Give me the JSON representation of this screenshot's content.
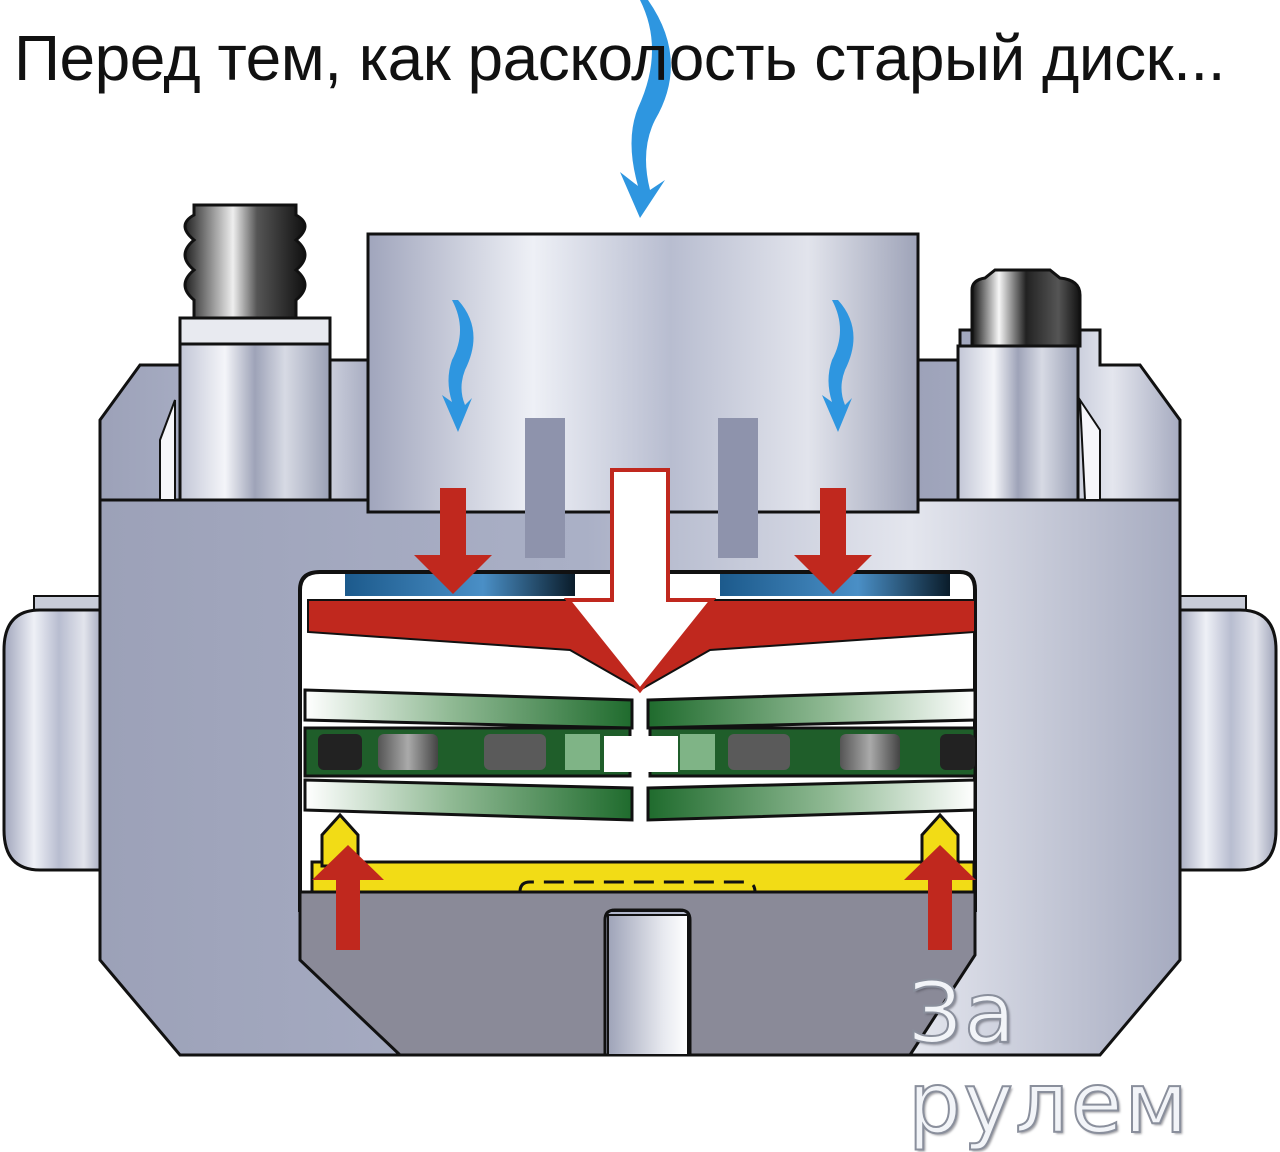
{
  "caption": {
    "text": "Перед тем, как расколость старый диск..."
  },
  "watermark": {
    "text": "За рулем"
  },
  "diagram": {
    "subject": "brake-caliper-cross-section",
    "colors": {
      "body_metal": "#a9aec4",
      "body_highlight": "#e6e8f0",
      "outline": "#111111",
      "force_arrow": "#c0281e",
      "fluid_arrow": "#2e96e0",
      "pad_blue": "#2d6ea6",
      "rotor_green": "#2f7a3a",
      "rotor_vent_grey": "#7a7a7a",
      "shim_yellow": "#f2dc16",
      "inner_grey": "#8a8a98"
    },
    "arrows": [
      {
        "name": "fluid-inlet-arrow",
        "color": "blue",
        "direction": "down"
      },
      {
        "name": "fluid-left-arrow",
        "color": "blue",
        "direction": "down"
      },
      {
        "name": "fluid-right-arrow",
        "color": "blue",
        "direction": "down"
      },
      {
        "name": "pressure-left-arrow",
        "color": "red",
        "direction": "down"
      },
      {
        "name": "pressure-right-arrow",
        "color": "red",
        "direction": "down"
      },
      {
        "name": "main-force-arrow",
        "color": "white",
        "direction": "down"
      },
      {
        "name": "reaction-left-arrow",
        "color": "red",
        "direction": "up"
      },
      {
        "name": "reaction-right-arrow",
        "color": "red",
        "direction": "up"
      }
    ]
  }
}
